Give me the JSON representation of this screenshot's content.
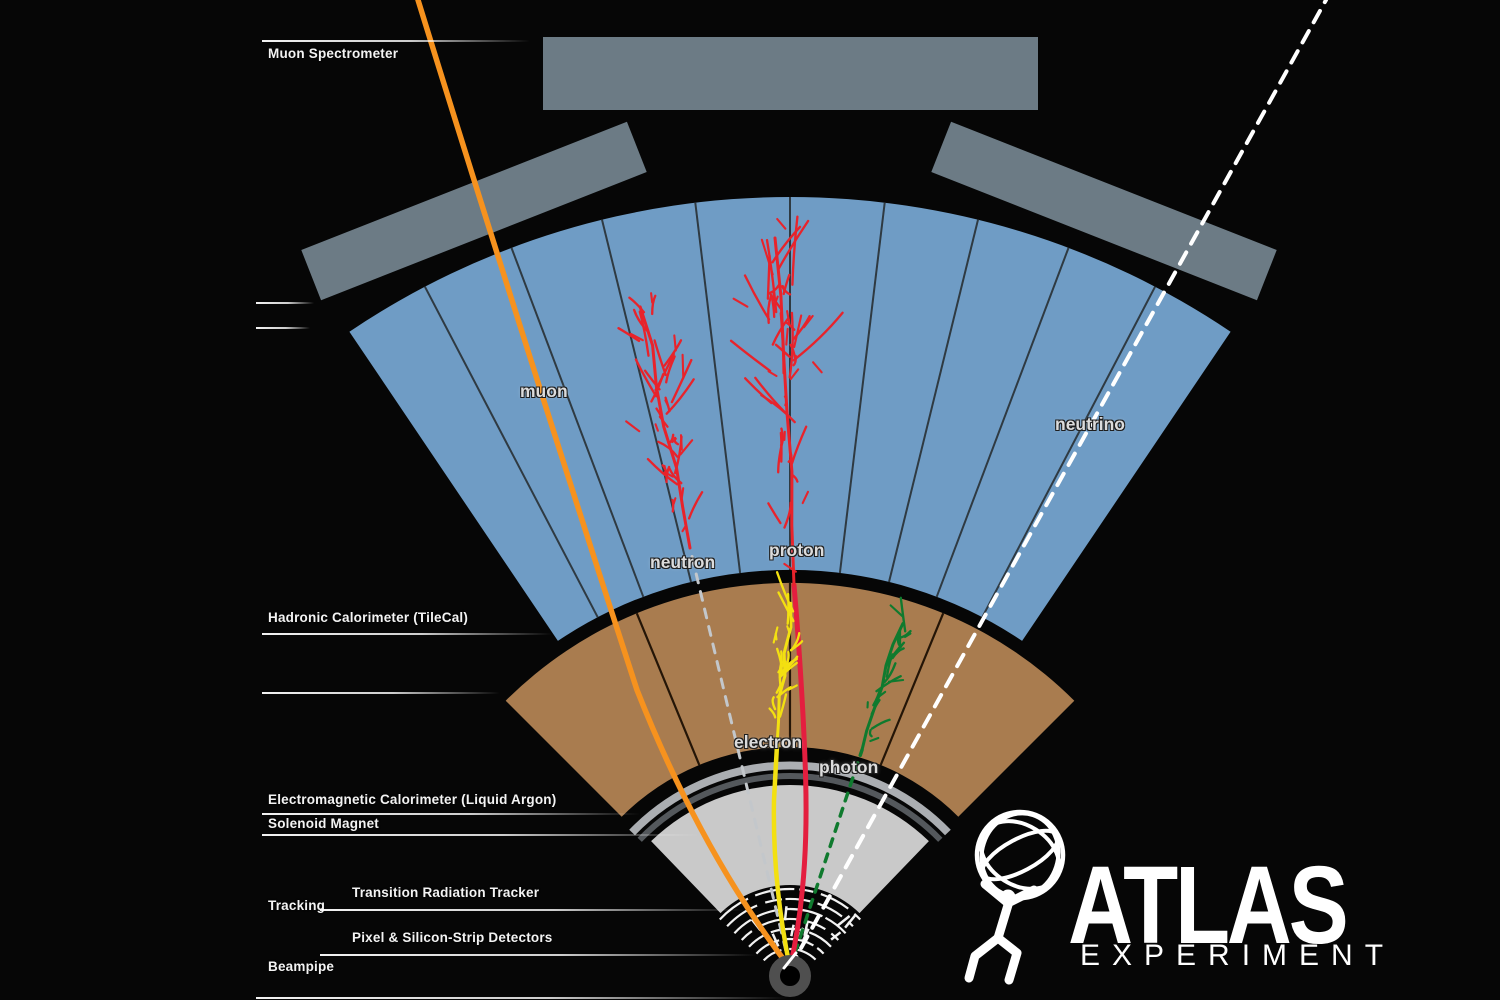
{
  "title": "ATLAS Experiment detector cross-section diagram",
  "detector_labels": {
    "muon_spectrometer": "Muon Spectrometer",
    "hadronic_calorimeter": "Hadronic Calorimeter (TileCal)",
    "em_calorimeter": "Electromagnetic Calorimeter (Liquid Argon)",
    "solenoid_magnet": "Solenoid Magnet",
    "tracking": "Tracking",
    "transition_radiation_tracker": "Transition Radiation Tracker",
    "pixel_silicon": "Pixel & Silicon-Strip Detectors",
    "beampipe": "Beampipe"
  },
  "particles": [
    {
      "name": "muon",
      "color": "#f6921e",
      "style": "solid"
    },
    {
      "name": "neutrino",
      "color": "#ffffff",
      "style": "dashed"
    },
    {
      "name": "neutron",
      "color": "#c3c7cb",
      "style": "dashed"
    },
    {
      "name": "proton",
      "color": "#e41e3f",
      "style": "solid"
    },
    {
      "name": "electron",
      "color": "#f3e011",
      "style": "solid"
    },
    {
      "name": "photon",
      "color": "#0f7a2e",
      "style": "dashed"
    }
  ],
  "logo": {
    "word": "ATLAS",
    "subtitle": "EXPERIMENT"
  },
  "colors": {
    "background": "#060606",
    "muon_chamber_gray": "#6c7b85",
    "outer_fan_blue": "#6f9cc5",
    "fan_divider_blue": "#2f3a42",
    "hadronic_brown": "#a97c4f",
    "fan_divider_brown": "#241507",
    "em_fan_gray": "#c9c9c9",
    "solenoid_light": "#abaeb2",
    "solenoid_dark": "#54585c",
    "trt_white": "#f2f2f2",
    "beampipe_gray": "#4f4f4f",
    "shower_red": "#e8232b",
    "logo_white": "#ffffff"
  }
}
